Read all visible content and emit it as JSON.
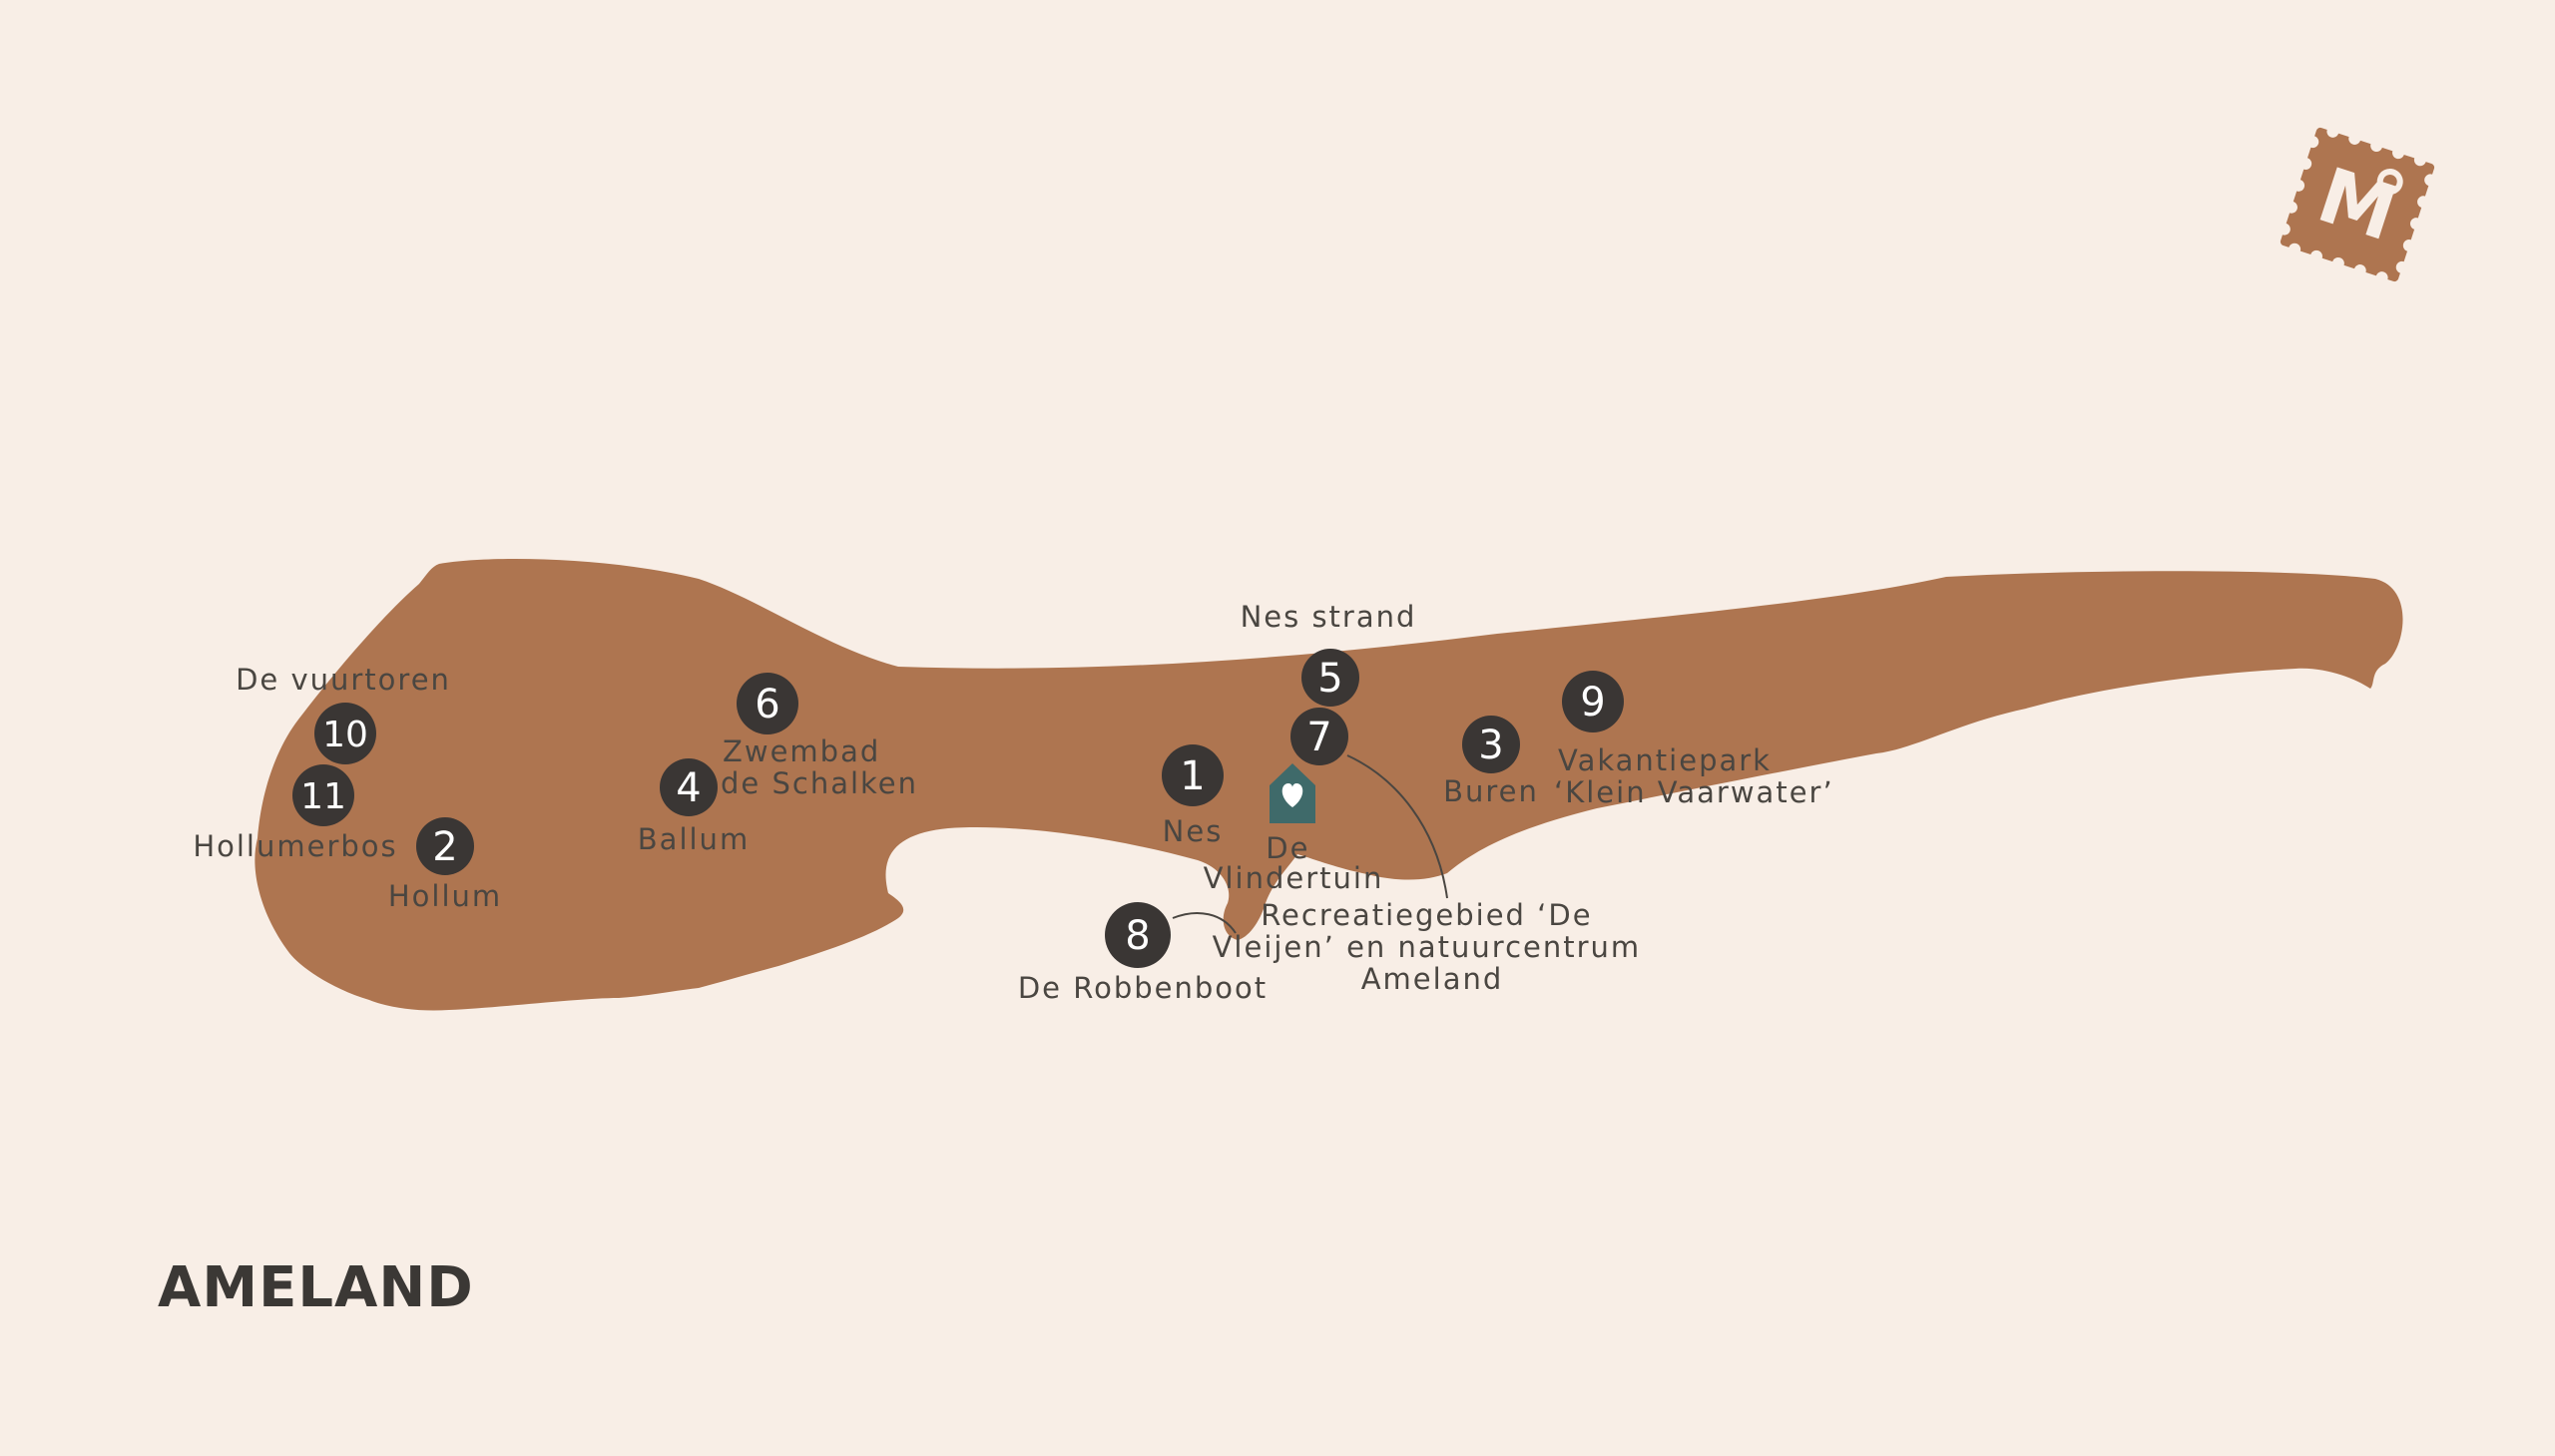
{
  "map": {
    "title": "AMELAND",
    "colors": {
      "background": "#f8eee6",
      "island": "#ae7550",
      "marker": "#3a3634",
      "marker_text": "#ffffff",
      "label": "#4a4641",
      "house": "#3f6a6a",
      "stamp": "#ae7550"
    },
    "logo": {
      "text": "M"
    },
    "places": [
      {
        "id": "p1",
        "number": "1",
        "label": "Nes"
      },
      {
        "id": "p2",
        "number": "2",
        "label": "Hollum"
      },
      {
        "id": "p3",
        "number": "3",
        "label": "Buren"
      },
      {
        "id": "p4",
        "number": "4",
        "label": "Ballum"
      },
      {
        "id": "p5",
        "number": "5",
        "label": "Nes strand"
      },
      {
        "id": "p6",
        "number": "6",
        "label": "Zwembad de Schalken"
      },
      {
        "id": "p7",
        "number": "7",
        "label": "Recreatiegebied ‘De Vleijen’ en natuurcentrum Ameland"
      },
      {
        "id": "p8",
        "number": "8",
        "label": "De Robbenboot"
      },
      {
        "id": "p9",
        "number": "9",
        "label": "Vakantiepark ‘Klein Vaarwater’"
      },
      {
        "id": "p10",
        "number": "10",
        "label": "De vuurtoren"
      },
      {
        "id": "p11",
        "number": "11",
        "label": "Hollumerbos"
      }
    ],
    "home": {
      "icon": "heart-house-icon",
      "label": "De Vlindertuin"
    }
  }
}
